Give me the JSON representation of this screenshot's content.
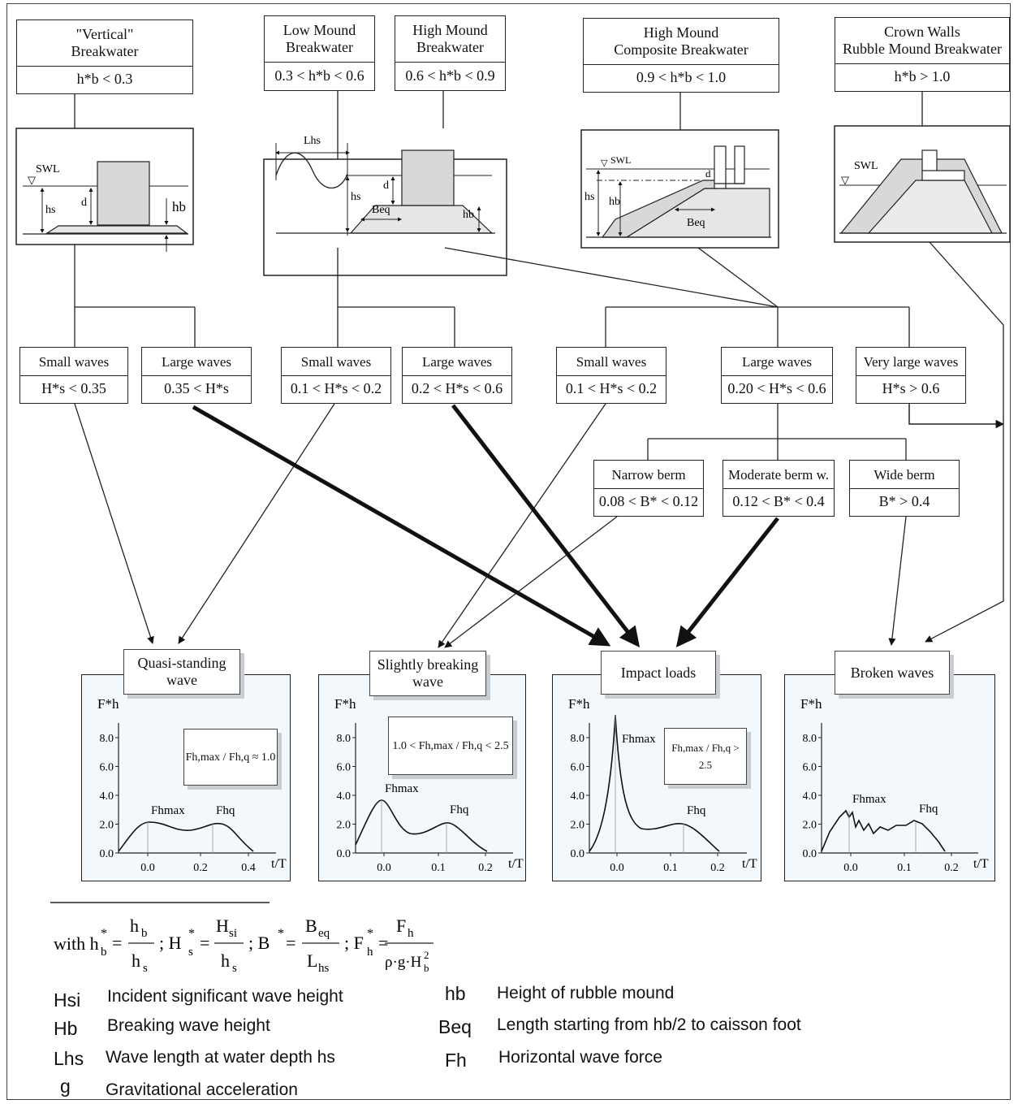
{
  "structures": [
    {
      "name_l1": "\"Vertical\"",
      "name_l2": "Breakwater",
      "cond": "h*b < 0.3"
    },
    {
      "name_l1": "Low Mound",
      "name_l2": "Breakwater",
      "cond": "0.3 < h*b < 0.6"
    },
    {
      "name_l1": "High Mound",
      "name_l2": "Breakwater",
      "cond": "0.6 < h*b < 0.9"
    },
    {
      "name_l1": "High Mound",
      "name_l2": "Composite Breakwater",
      "cond": "0.9 < h*b < 1.0"
    },
    {
      "name_l1": "Crown Walls",
      "name_l2": "Rubble Mound Breakwater",
      "cond": "h*b > 1.0"
    }
  ],
  "sketch_labels": {
    "swl": "SWL",
    "hs": "hs",
    "d": "d",
    "hb": "hb",
    "lhs": "Lhs",
    "beq": "Beq"
  },
  "waves": [
    {
      "name": "Small waves",
      "cond": "H*s < 0.35"
    },
    {
      "name": "Large waves",
      "cond": "0.35 < H*s"
    },
    {
      "name": "Small waves",
      "cond": "0.1 < H*s < 0.2"
    },
    {
      "name": "Large waves",
      "cond": "0.2 < H*s < 0.6"
    },
    {
      "name": "Small waves",
      "cond": "0.1 < H*s < 0.2"
    },
    {
      "name": "Large waves",
      "cond": "0.20 < H*s < 0.6"
    },
    {
      "name": "Very large waves",
      "cond": "H*s > 0.6"
    }
  ],
  "berms": [
    {
      "name": "Narrow berm",
      "cond": "0.08 < B* < 0.12"
    },
    {
      "name": "Moderate berm w.",
      "cond": "0.12 < B* < 0.4"
    },
    {
      "name": "Wide berm",
      "cond": "B* > 0.4"
    }
  ],
  "load_types": [
    {
      "title_l1": "Quasi-standing",
      "title_l2": "wave",
      "ratio": "Fh,max / Fh,q ≈ 1.0",
      "xticks": [
        "0.0",
        "0.2",
        "0.4"
      ]
    },
    {
      "title_l1": "Slightly breaking",
      "title_l2": "wave",
      "ratio": "1.0 < Fh,max / Fh,q < 2.5",
      "xticks": [
        "0.0",
        "0.1",
        "0.2"
      ]
    },
    {
      "title_l1": "Impact loads",
      "title_l2": "",
      "ratio": "Fh,max / Fh,q > 2.5",
      "xticks": [
        "0.0",
        "0.1",
        "0.2"
      ]
    },
    {
      "title_l1": "Broken waves",
      "title_l2": "",
      "ratio": "",
      "xticks": [
        "0.0",
        "0.1",
        "0.2"
      ]
    }
  ],
  "plot_common": {
    "ylabel": "F*h",
    "xlabel": "t/T",
    "yticks": [
      "0.0",
      "2.0",
      "4.0",
      "6.0",
      "8.0"
    ],
    "fhmax": "Fhmax",
    "fhq": "Fhq"
  },
  "formula": "with h*b = hb/hs ; H*s = Hsi/hs ; B* = Beq/Lhs ; F*h = Fh/(ρ·g·H²b)",
  "legend_left": [
    {
      "sym": "Hsi",
      "desc": "Incident significant wave height"
    },
    {
      "sym": "Hb",
      "desc": "Breaking wave height"
    },
    {
      "sym": "Lhs",
      "desc": "Wave length at water depth hs"
    },
    {
      "sym": "g",
      "desc": "Gravitational acceleration"
    }
  ],
  "legend_right": [
    {
      "sym": "hb",
      "desc": "Height of rubble mound"
    },
    {
      "sym": "Beq",
      "desc": "Length starting from hb/2 to caisson foot"
    },
    {
      "sym": "Fh",
      "desc": "Horizontal wave force"
    }
  ]
}
